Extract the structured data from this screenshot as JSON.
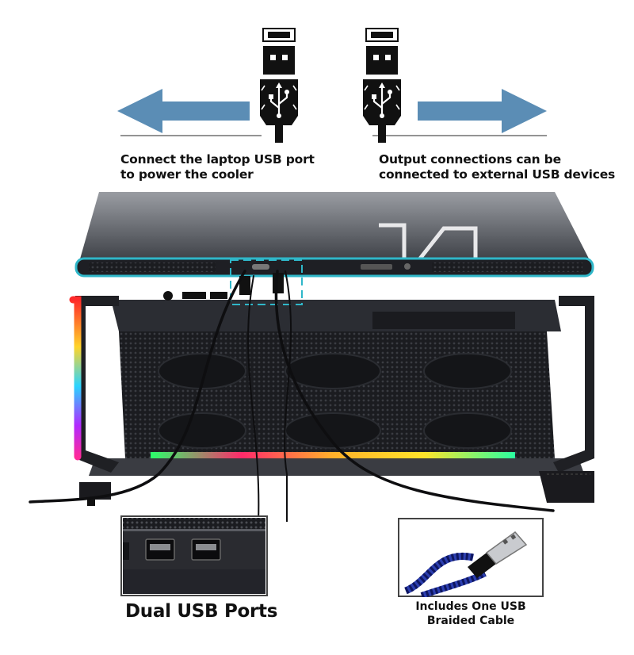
{
  "captions": {
    "input": [
      "Connect the laptop USB port",
      "to power the cooler"
    ],
    "output": [
      "Output connections can be",
      "connected to external USB devices"
    ],
    "dual_ports": "Dual USB Ports",
    "cable": [
      "Includes One USB",
      "Braided Cable"
    ]
  },
  "colors": {
    "arrow": "#5b8db5",
    "cooler_body": "#2b2d33",
    "vent_glow": "#2fb7c9",
    "cable_blue": "#2c3fb0"
  },
  "icons": [
    "usb-plug-icon",
    "usb-symbol-icon",
    "arrow-left-icon",
    "arrow-right-icon",
    "usb-port-icon"
  ]
}
